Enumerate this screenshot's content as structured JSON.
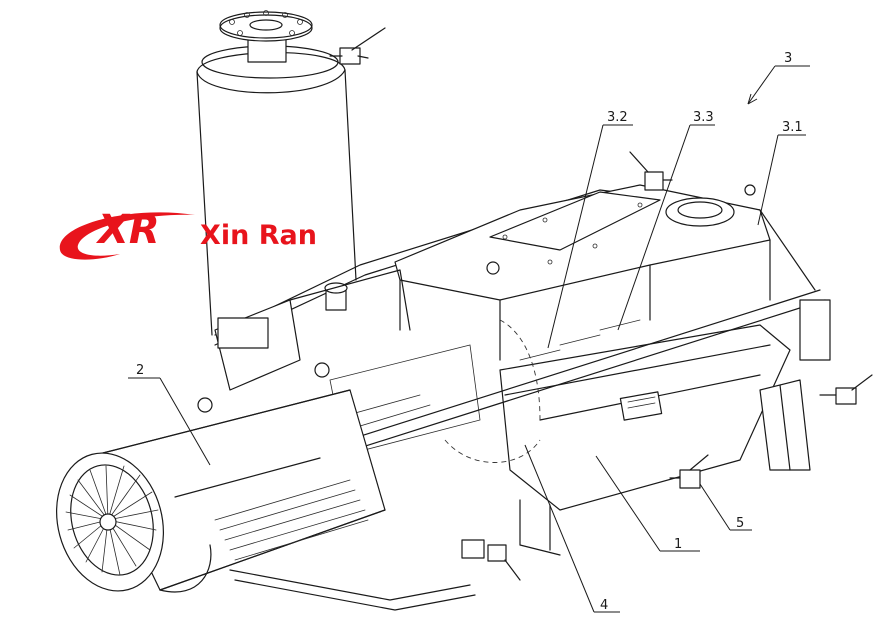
{
  "logo": {
    "mark": "XR",
    "name": "Xin Ran",
    "color": "#e8141c"
  },
  "callouts": [
    {
      "id": "1",
      "label": "1"
    },
    {
      "id": "2",
      "label": "2"
    },
    {
      "id": "3",
      "label": "3"
    },
    {
      "id": "3.1",
      "label": "3.1"
    },
    {
      "id": "3.2",
      "label": "3.2"
    },
    {
      "id": "3.3",
      "label": "3.3"
    },
    {
      "id": "4",
      "label": "4"
    },
    {
      "id": "5",
      "label": "5"
    }
  ],
  "colors": {
    "line": "#1a1a1a",
    "background": "#ffffff"
  }
}
